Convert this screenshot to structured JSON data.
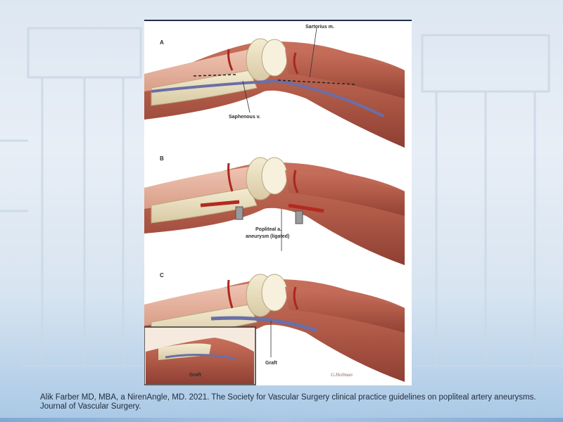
{
  "figure": {
    "panels": [
      {
        "letter": "A",
        "labels": [
          "Sartorius m.",
          "Saphenous v."
        ]
      },
      {
        "letter": "B",
        "labels": [
          "Popliteal a.",
          "aneurysm (ligated)"
        ]
      },
      {
        "letter": "C",
        "labels": [
          "Graft"
        ]
      }
    ],
    "inset_label": "Graft",
    "signature": "G.Heilman"
  },
  "caption": {
    "line1": "Alik Farber MD, MBA, a NirenAngle, MD. 2021. The Society for Vascular Surgery clinical practice guidelines on popliteal artery aneurysms.",
    "line2": "Journal of Vascular Surgery."
  }
}
